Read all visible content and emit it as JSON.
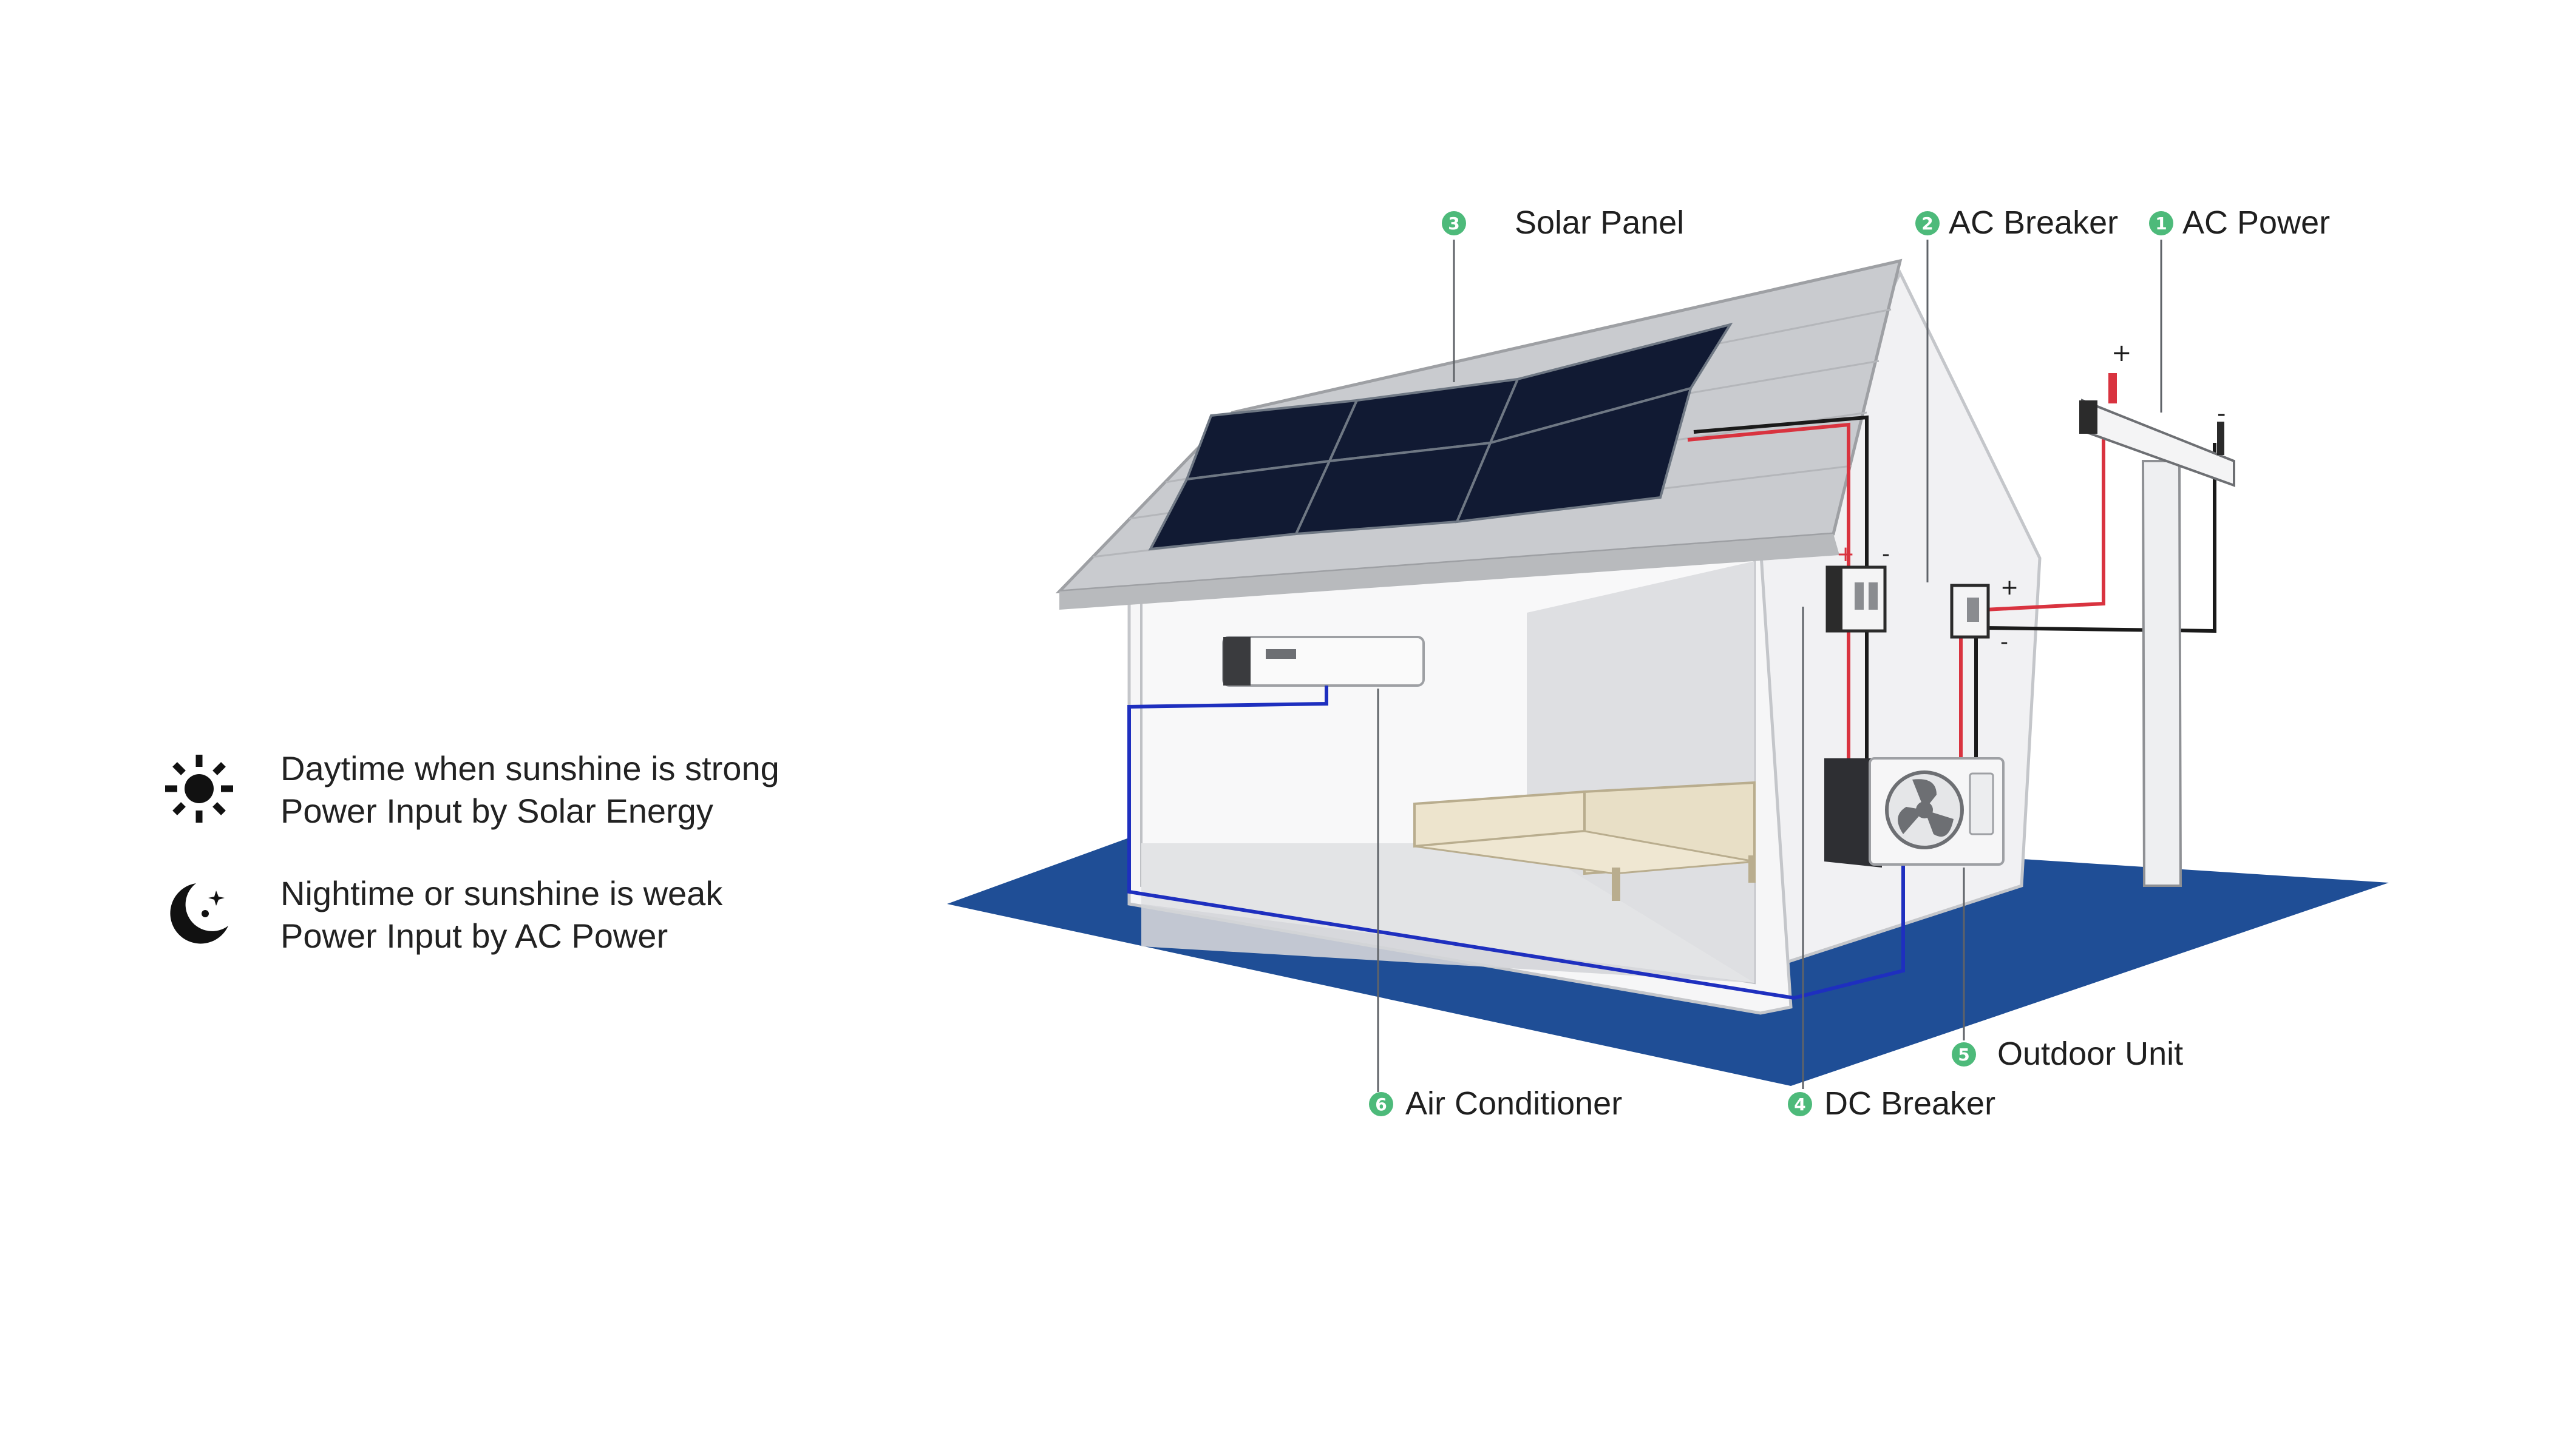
{
  "components": [
    {
      "number": "3",
      "label": "Solar Panel"
    },
    {
      "number": "2",
      "label": "AC Breaker"
    },
    {
      "number": "1",
      "label": "AC Power"
    },
    {
      "number": "6",
      "label": "Air Conditioner"
    },
    {
      "number": "4",
      "label": "DC Breaker"
    },
    {
      "number": "5",
      "label": "Outdoor Unit"
    }
  ],
  "polarity": {
    "plus": "+",
    "minus": "-"
  },
  "legend": [
    {
      "icon": "sun-icon",
      "line1": "Daytime when sunshine is strong",
      "line2": "Power Input by Solar Energy"
    },
    {
      "icon": "moon-icon",
      "line1": "Nightime or sunshine is weak",
      "line2": "Power Input by AC Power"
    }
  ],
  "colors": {
    "badge": "#4dba7a",
    "ground": "#1f4e96",
    "dc_positive_wire": "#d9333f",
    "ac_indoor_wire": "#1e2fbf",
    "wire_black": "#1a1a1a",
    "solar_cell": "#111a33",
    "roof": "#c9cbcf"
  }
}
